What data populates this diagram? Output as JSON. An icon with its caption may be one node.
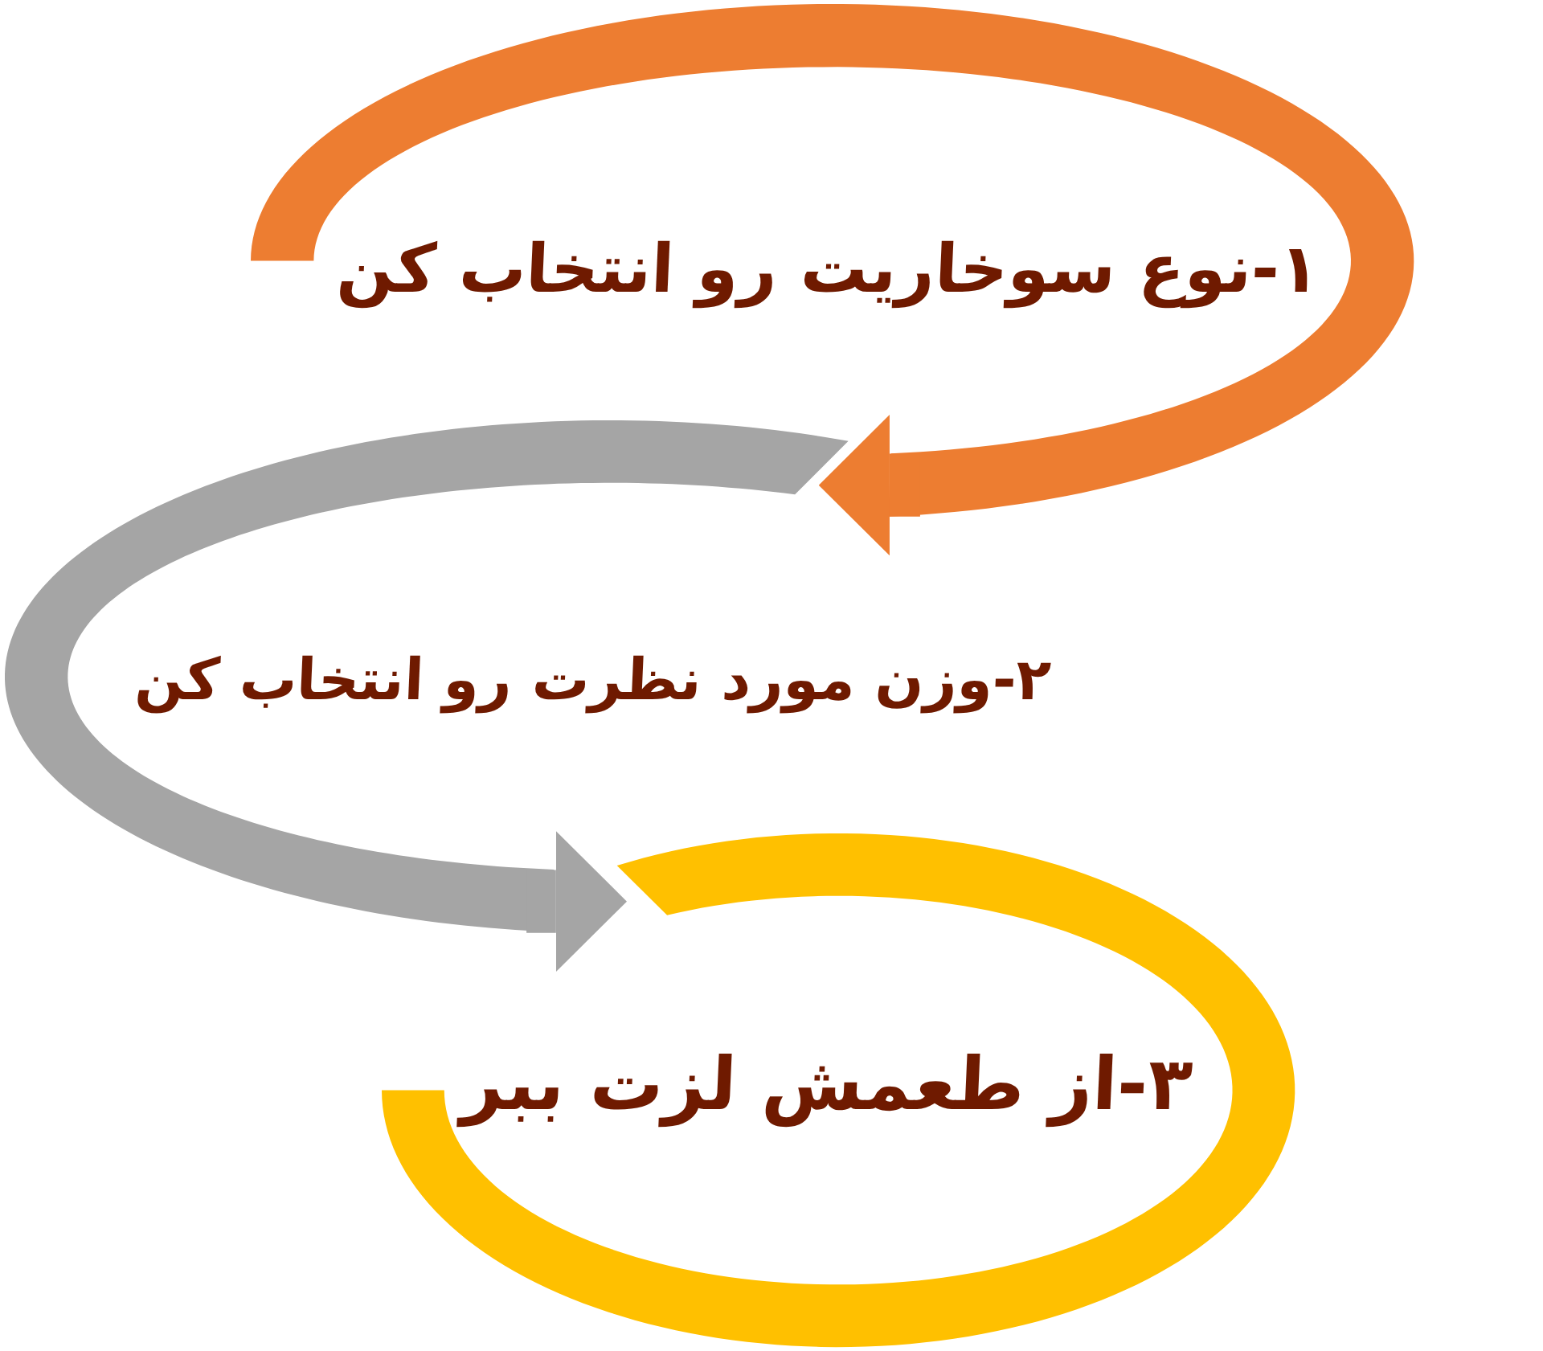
{
  "diagram": {
    "nodes": [
      {
        "text": [
          "۱-نوع سوخاریت رو انتخاب کن"
        ]
      },
      {
        "text": [
          "۲-وزن مورد نظرت رو انتخاب کن"
        ]
      },
      {
        "text": [
          "۳-از طعمش لزت ببر"
        ]
      }
    ],
    "edges": [
      {
        "from": 0,
        "to": 1,
        "arrow": "to",
        "color": "#ed7d31"
      },
      {
        "from": 1,
        "to": 2,
        "arrow": "to",
        "color": "#a5a5a5"
      }
    ]
  }
}
